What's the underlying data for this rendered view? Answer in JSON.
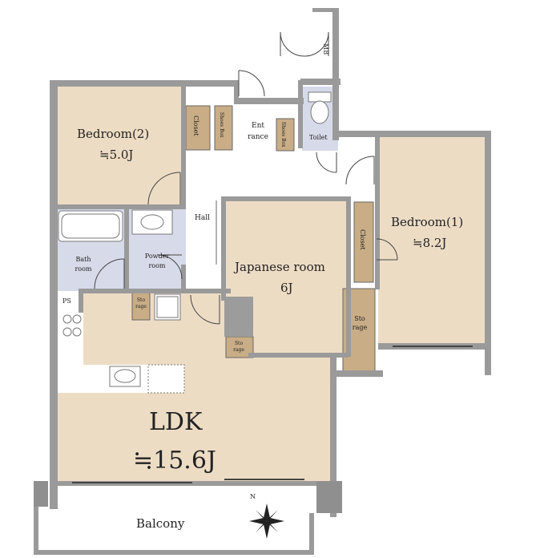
{
  "rooms": {
    "bedroom2": {
      "name": "Bedroom(2)",
      "size": "≒5.0J"
    },
    "bedroom1": {
      "name": "Bedroom(1)",
      "size": "≒8.2J"
    },
    "japanese": {
      "name": "Japanese room",
      "size": "6J"
    },
    "ldk": {
      "name": "LDK",
      "size": "≒15.6J"
    },
    "bath": {
      "name": "Bath\nroom"
    },
    "powder": {
      "name": "Powder\nroom"
    },
    "hall": {
      "name": "Hall"
    },
    "entrance": {
      "name": "Ent\nrance"
    },
    "toilet": {
      "name": "Toilet"
    },
    "balcony": {
      "name": "Balcony"
    }
  },
  "storage": {
    "closet_bedroom2": "Closet",
    "closet_bedroom1": "Closet",
    "shoes_box_left": "Shoes Box",
    "shoes_box_right": "Shoes Box",
    "storage_right": "Sto\nrage",
    "storage_japanese": "Sto\nrage",
    "storage_powder": "Sto\nrage"
  },
  "labels": {
    "mb": "MB",
    "ps": "PS",
    "compass_n": "N"
  },
  "colors": {
    "wall": "#9a9a9a",
    "room_floor": "#eddcc4",
    "wet_area": "#d7dae9",
    "closet": "#c9ad86",
    "pillar": "#8f8f8f"
  }
}
